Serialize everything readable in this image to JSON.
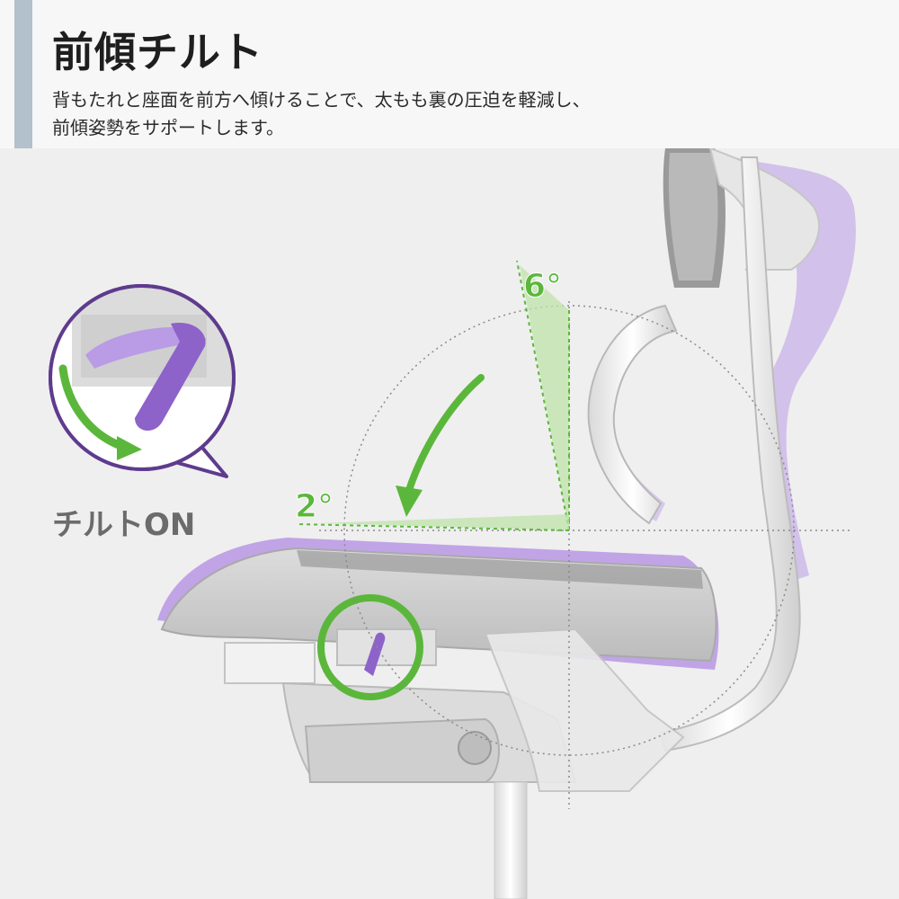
{
  "header": {
    "title": "前傾チルト",
    "description_lines": [
      "背もたれと座面を前方へ傾けることで、太もも裏の圧迫を軽減し、",
      "前傾姿勢をサポートします。"
    ]
  },
  "diagram": {
    "angle_back": "6°",
    "angle_seat": "2°"
  },
  "callout": {
    "label": "チルトON"
  },
  "colors": {
    "accent_bar": "#b2c1cb",
    "green": "#5bb73b",
    "purple": "#a07cd6",
    "callout_border": "#5e3b8e"
  }
}
